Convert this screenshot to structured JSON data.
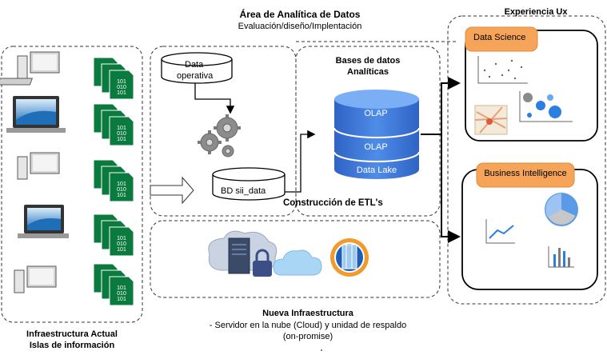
{
  "top": {
    "title": "Área de Analítica de Datos",
    "subtitle": "Evaluación/diseño/Implentación"
  },
  "ux": {
    "title": "Experiencia Ux",
    "data_science": "Data Science",
    "business_intelligence": "Business Intelligence"
  },
  "left": {
    "line1": "Infraestructura Actual",
    "line2": "Islas de información",
    "binary_text": [
      "101",
      "010",
      "101"
    ]
  },
  "etl": {
    "data_operativa_1": "Data",
    "data_operativa_2": "operativa",
    "bd_sii": "BD sii_data",
    "label": "Construcción de ETL's"
  },
  "analytic_db": {
    "title_1": "Bases de datos",
    "title_2": "Analíticas",
    "olap_1": "OLAP",
    "olap_2": "OLAP",
    "data_lake": "Data Lake"
  },
  "infra": {
    "title": "Nueva Infraestructura",
    "line1": "- Servidor en la nube (Cloud) y unidad de respaldo",
    "line2": "(on-promise)"
  },
  "colors": {
    "doc_green": "#0a7a3e",
    "db_blue": "#3c78d8",
    "orange": "#f5a45a",
    "screen_blue": "#1f6fb8"
  }
}
